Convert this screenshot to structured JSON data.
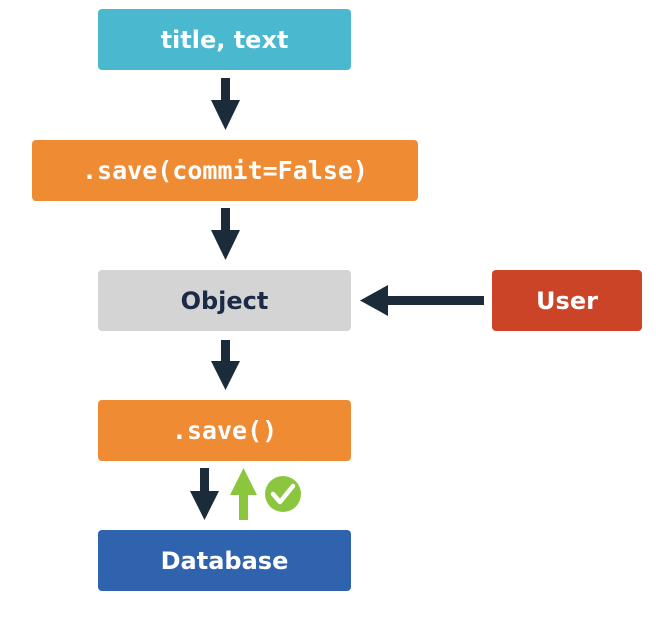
{
  "nodes": {
    "input": {
      "label": "title, text"
    },
    "commit": {
      "label": ".save(commit=False)"
    },
    "object": {
      "label": "Object"
    },
    "user": {
      "label": "User"
    },
    "save": {
      "label": ".save()"
    },
    "database": {
      "label": "Database"
    }
  },
  "colors": {
    "input_fill": "#4ab8cf",
    "input_text": "#ffffff",
    "orange_fill": "#ef8c33",
    "orange_text": "#ffffff",
    "object_fill": "#d4d4d4",
    "object_text": "#1b2b47",
    "user_fill": "#cc4428",
    "user_text": "#ffffff",
    "database_fill": "#2f63ad",
    "database_text": "#ffffff",
    "arrow_dark": "#1b2b3a",
    "arrow_green": "#8cc63f",
    "check_fill": "#8cc63f"
  },
  "icons": {
    "down_arrow": "arrow-down-icon",
    "left_arrow": "arrow-left-icon",
    "up_arrow": "arrow-up-icon",
    "check": "check-circle-icon"
  }
}
